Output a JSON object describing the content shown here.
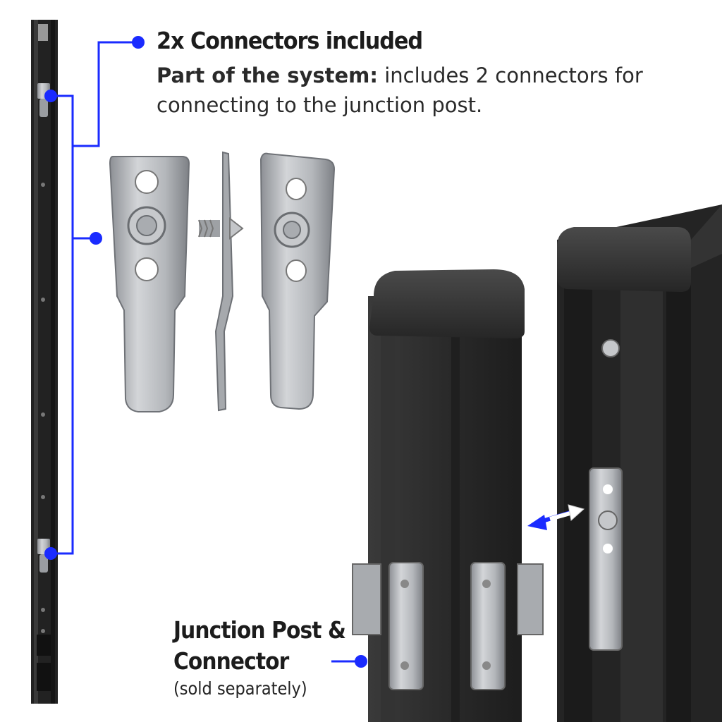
{
  "header": {
    "title": "2x Connectors included",
    "desc_bold": "Part of the system:",
    "desc_rest": " includes 2 connectors for connecting to the junction post."
  },
  "junction": {
    "title_line1": "Junction Post &",
    "title_line2": "Connector",
    "subtitle": "(sold separately)"
  },
  "colors": {
    "accent_blue": "#1a2bff",
    "post_black": "#2b2b2b",
    "metal": "#b9bcc0"
  }
}
